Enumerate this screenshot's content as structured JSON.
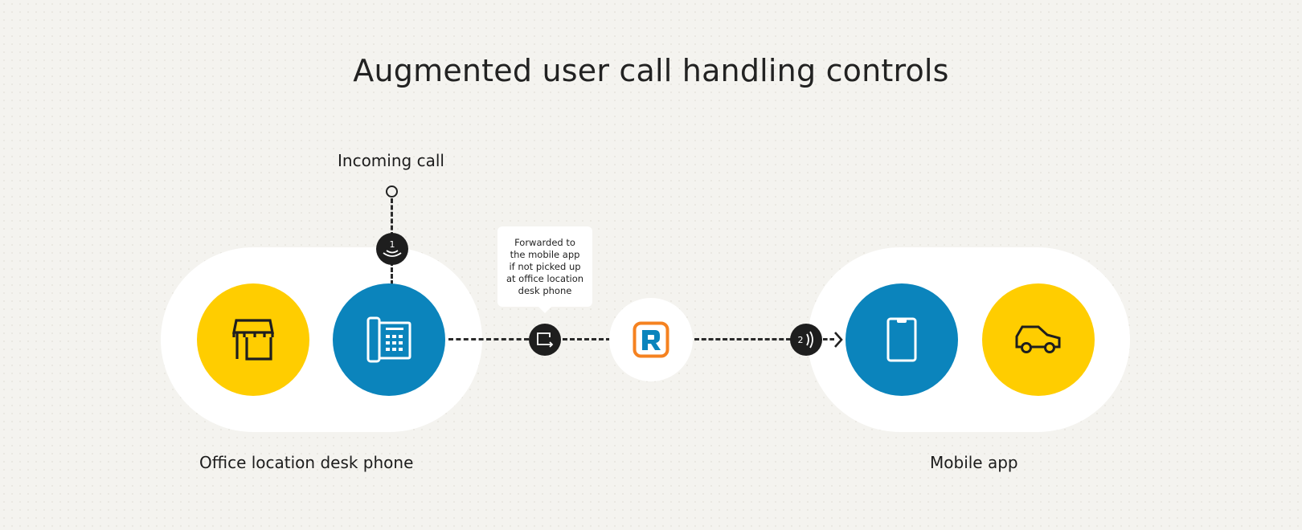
{
  "title": "Augmented user call handling controls",
  "incoming_call": {
    "label": "Incoming call",
    "badge_number": "1",
    "badge_icon": "ringing-icon"
  },
  "left_group": {
    "label": "Office location desk phone",
    "nodes": [
      {
        "icon": "storefront-icon",
        "color": "#ffcd00"
      },
      {
        "icon": "desk-phone-icon",
        "color": "#0b84bc"
      }
    ]
  },
  "forward": {
    "icon": "forward-icon",
    "tooltip_lines": [
      "Forwarded to",
      "the mobile app",
      "if not picked up",
      "at office location",
      "desk phone"
    ]
  },
  "center_node": {
    "icon": "ringcentral-logo-icon",
    "logo_letter": "R",
    "logo_colors": {
      "frame": "#f58220",
      "letter": "#0b84bc"
    }
  },
  "step_two": {
    "badge_number": "2",
    "badge_icon": "ringing-icon"
  },
  "right_group": {
    "label": "Mobile app",
    "nodes": [
      {
        "icon": "mobile-phone-icon",
        "color": "#0b84bc"
      },
      {
        "icon": "car-icon",
        "color": "#ffcd00"
      }
    ]
  },
  "colors": {
    "background": "#f4f3ef",
    "yellow": "#ffcd00",
    "blue": "#0b84bc",
    "dark": "#1e1e1e"
  }
}
